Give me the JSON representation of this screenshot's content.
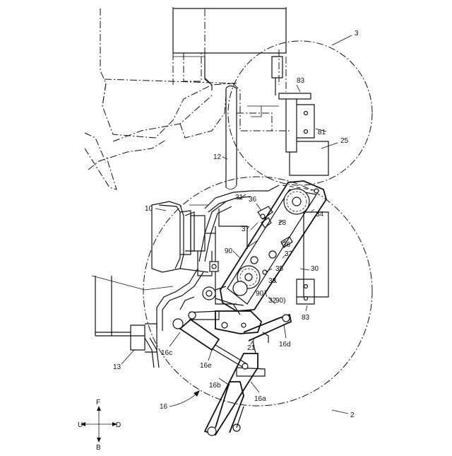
{
  "labels": {
    "l3": "3",
    "l83a": "83",
    "l81": "81",
    "l25": "25",
    "l12": "12",
    "l10": "10",
    "l31": "31",
    "l36a": "36",
    "l28": "28",
    "l34": "34",
    "l37a": "37",
    "l36b": "36",
    "l90a": "90",
    "l37b": "37",
    "l35": "35",
    "l30": "30",
    "l33": "33",
    "l90b": "90",
    "l32": "32",
    "l90c": "90)",
    "l83b": "83",
    "l21": "21",
    "l16d": "16d",
    "l16c": "16c",
    "l16e": "16e",
    "l13": "13",
    "l16b": "16b",
    "l16a": "16a",
    "l16": "16",
    "l2": "2"
  },
  "compass": {
    "up": "U",
    "forward": "F",
    "back": "B",
    "down": "D"
  }
}
